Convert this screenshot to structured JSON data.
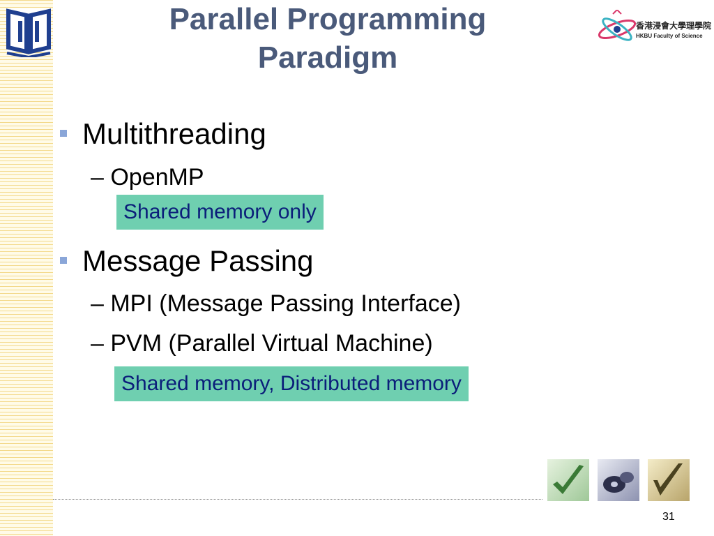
{
  "slide": {
    "title_line1": "Parallel Programming",
    "title_line2": "Paradigm",
    "logo_right": {
      "chinese": "香港浸會大學理學院",
      "english": "HKBU  Faculty of Science"
    },
    "bullets": [
      {
        "text": "Multithreading",
        "subitems": [
          "– OpenMP"
        ],
        "callout": "Shared memory only"
      },
      {
        "text": "Message Passing",
        "subitems": [
          "– MPI (Message Passing Interface)",
          "– PVM (Parallel Virtual Machine)"
        ],
        "callout": "Shared memory, Distributed memory"
      }
    ],
    "page_number": "31",
    "colors": {
      "title": "#4a5a7a",
      "bullet": "#8aa6d8",
      "callout_bg": "#6fcfb0",
      "callout_text": "#0b1e7a"
    }
  }
}
